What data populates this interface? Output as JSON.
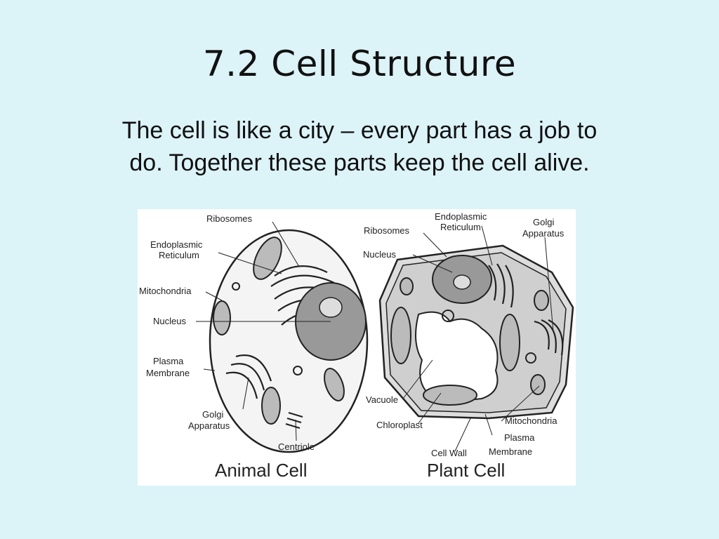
{
  "slide": {
    "title": "7.2  Cell Structure",
    "subtitle_line1": "The cell is like a city – every part has a job to",
    "subtitle_line2": "do.  Together these parts keep the cell alive.",
    "background_color": "#dcf3f8"
  },
  "figure": {
    "animal": {
      "caption": "Animal Cell",
      "labels": {
        "ribosomes": "Ribosomes",
        "er_line1": "Endoplasmic",
        "er_line2": "Reticulum",
        "mitochondria": "Mitochondria",
        "nucleus": "Nucleus",
        "membrane_line1": "Plasma",
        "membrane_line2": "Membrane",
        "golgi_line1": "Golgi",
        "golgi_line2": "Apparatus",
        "centriole": "Centriole"
      }
    },
    "plant": {
      "caption": "Plant Cell",
      "labels": {
        "er_line1": "Endoplasmic",
        "er_line2": "Reticulum",
        "golgi_line1": "Golgi",
        "golgi_line2": "Apparatus",
        "ribosomes": "Ribosomes",
        "nucleus": "Nucleus",
        "vacuole": "Vacuole",
        "chloroplast": "Chloroplast",
        "mitochondria": "Mitochondria",
        "membrane_line1": "Plasma",
        "membrane_line2": "Membrane",
        "cell_wall": "Cell Wall"
      }
    }
  }
}
